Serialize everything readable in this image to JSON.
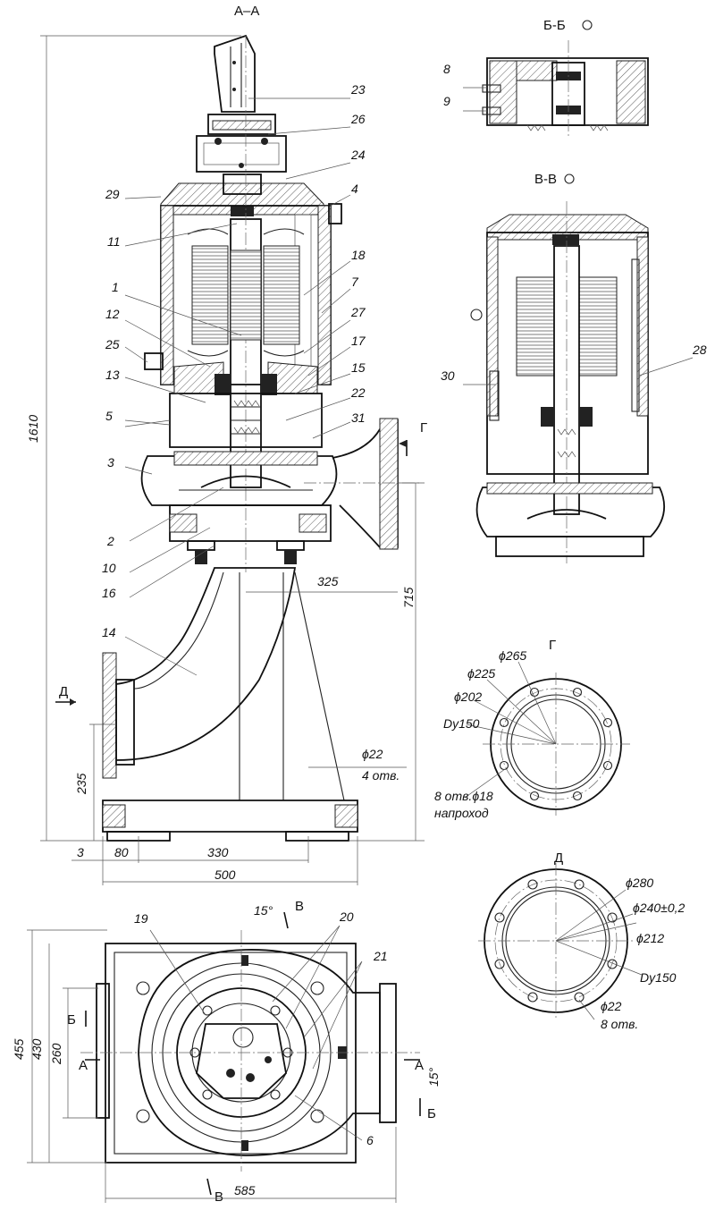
{
  "sections": {
    "aa": "А–А",
    "bb": "Б-Б",
    "vv": "В-В",
    "g": "Г",
    "d": "Д"
  },
  "markers": {
    "g_arrow": "Г",
    "d_arrow": "Д",
    "a_left": "А",
    "a_right": "А",
    "b_left": "Б",
    "b_right": "Б",
    "v_top": "В",
    "v_bottom": "В"
  },
  "parts": [
    "23",
    "26",
    "24",
    "29",
    "4",
    "11",
    "18",
    "7",
    "1",
    "27",
    "12",
    "17",
    "25",
    "15",
    "13",
    "22",
    "5",
    "31",
    "3",
    "2",
    "10",
    "16",
    "14",
    "8",
    "9",
    "30",
    "28",
    "19",
    "20",
    "21",
    "6"
  ],
  "dims": {
    "height_total": "1610",
    "h_715": "715",
    "w_325": "325",
    "h_235": "235",
    "w_3": "3",
    "w_80": "80",
    "w_330": "330",
    "w_500": "500",
    "holes_d22": "ϕ22",
    "holes_count": "4 отв.",
    "plan_455": "455",
    "plan_430": "430",
    "plan_260": "260",
    "plan_585": "585",
    "angle_top": "15°",
    "angle_right": "15°"
  },
  "flange_g": {
    "d_outer": "ϕ265",
    "d_bolt": "ϕ225",
    "d_inner": "ϕ202",
    "dn": "Dy150",
    "holes": "8 отв.ϕ18",
    "holes_note": "напроход"
  },
  "flange_d": {
    "d_outer": "ϕ280",
    "d_bolt": "ϕ240±0,2",
    "d_inner": "ϕ212",
    "dn": "Dy150",
    "holes_d": "ϕ22",
    "holes_count": "8 отв."
  }
}
